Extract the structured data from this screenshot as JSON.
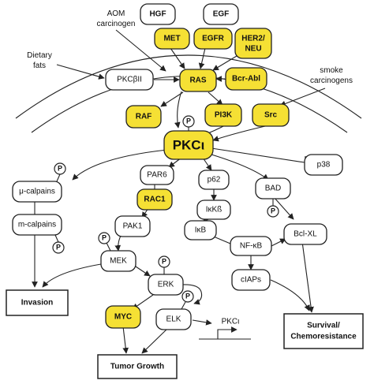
{
  "labels": {
    "aom": [
      "AOM",
      "carcinogen"
    ],
    "dietary": [
      "Dietary",
      "fats"
    ],
    "smoke": [
      "smoke",
      "carcinogens"
    ]
  },
  "nodes": {
    "hgf": "HGF",
    "egf": "EGF",
    "met": "MET",
    "egfr": "EGFR",
    "her2": [
      "HER2/",
      "NEU"
    ],
    "pkcbii": "PKCβII",
    "ras": "RAS",
    "bcrabl": "Bcr-Abl",
    "raf": "RAF",
    "pi3k": "PI3K",
    "src": "Src",
    "pkci": "PKCι",
    "p38": "p38",
    "par6": "PAR6",
    "p62": "p62",
    "bad": "BAD",
    "mucalpain": "μ-calpains",
    "rac1": "RAC1",
    "ikkb": "IκKß",
    "mcalpain": "m-calpains",
    "pak1": "PAK1",
    "ikb": "IκB",
    "nfkb": "NF-κB",
    "bclxl": "Bcl-XL",
    "mek": "MEK",
    "erk": "ERK",
    "ciaps": "cIAPs",
    "myc": "MYC",
    "elk": "ELK",
    "pkci_gene": "PKCι"
  },
  "outcomes": {
    "invasion": "Invasion",
    "survival": [
      "Survival/",
      "Chemoresistance"
    ],
    "tumor": "Tumor Growth"
  },
  "phospho_label": "P",
  "colors": {
    "highlight": "#f5e034",
    "node": "#ffffff",
    "line": "#222222"
  }
}
